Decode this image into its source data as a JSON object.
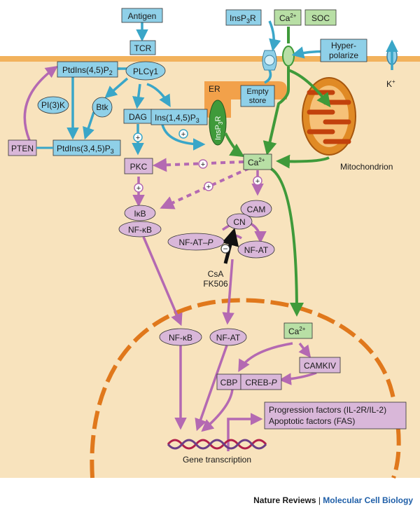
{
  "colors": {
    "cytoplasm": "#f8e3bd",
    "membrane": "#f2b25c",
    "nucleus_dash": "#e0781c",
    "blue_box": "#8fd0e8",
    "purple_box": "#d9b7d9",
    "green_box": "#b8dfa5",
    "blue_arrow": "#3aa6c8",
    "purple_arrow": "#b469b2",
    "green_arrow": "#3f9a3a",
    "mito": "#e08a25",
    "er": "#f2a14a",
    "dna_red": "#b2204a",
    "dna_purple": "#6c3e86"
  },
  "labels": {
    "antigen": "Antigen",
    "tcr": "TCR",
    "plc": "PLCγ1",
    "pip2": "PtdIns(4,5)P",
    "pip2_sub": "2",
    "pi3k": "PI(3)K",
    "btk": "Btk",
    "dag": "DAG",
    "ip3": "Ins(1,4,5)P",
    "ip3_sub": "3",
    "pip3": "PtdIns(3,4,5)P",
    "pip3_sub": "3",
    "pten": "PTEN",
    "insp3r": "InsP",
    "insp3r_sub": "3",
    "insp3r_tail": "R",
    "ca_top": "Ca",
    "ca_sup": "2+",
    "soc": "SOC",
    "hyper_line1": "Hyper-",
    "hyper_line2": "polarize",
    "k": "K",
    "k_sup": "+",
    "er": "ER",
    "empty_line1": "Empty",
    "empty_line2": "store",
    "er_channel": "InsP",
    "er_channel_sub": "3",
    "er_channel_tail": "R",
    "mito": "Mitochondrion",
    "ca_mid": "Ca",
    "pkc": "PKC",
    "plus": "+",
    "minus": "−",
    "ikb": "IκB",
    "nfkb": "NF-κB",
    "cam": "CAM",
    "cn": "CN",
    "nfatp": "NF-AT–",
    "nfatp_p": "P",
    "nfat": "NF-AT",
    "csa": "CsA",
    "fk506": "FK506",
    "nuc_nfkb": "NF-κB",
    "nuc_nfat": "NF-AT",
    "nuc_ca": "Ca",
    "camkiv": "CAMKIV",
    "cbp": "CBP",
    "creb": "CREB-",
    "creb_p": "P",
    "prog": "Progression factors (IL-2R/IL-2)",
    "apop": "Apoptotic factors (FAS)",
    "gene": "Gene transcription"
  },
  "footer": {
    "journal": "Nature Reviews",
    "sep": " | ",
    "section": "Molecular Cell Biology"
  }
}
